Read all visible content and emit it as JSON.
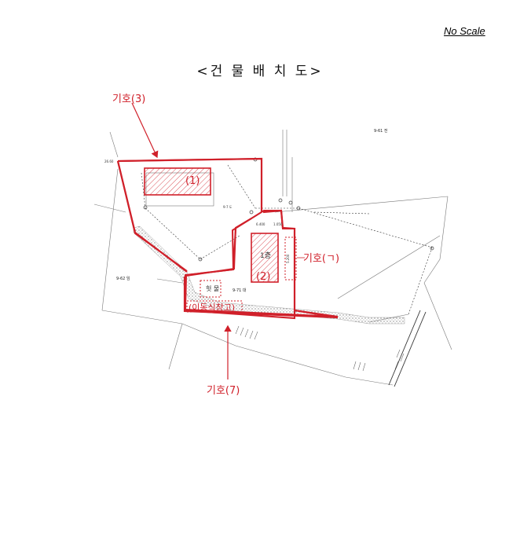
{
  "header": {
    "scale_note": "No Scale",
    "title": "<건 물 배 치 도>"
  },
  "labels": {
    "symbol_3": "기호(3)",
    "symbol_giyeok": "기호(ㄱ)",
    "symbol_7": "기호(7)",
    "building_1": "(1)",
    "building_2": "(2)",
    "building_1_floor": "1층",
    "cargo_building": "(이동식창고)",
    "outhouse": "헛 물"
  },
  "plan_text": {
    "t1": "9-61 전",
    "t2": "9-62 임",
    "t3": "9-71 대",
    "t4": "26.60",
    "t5": "6.400",
    "t6": "1.050",
    "t7": "5.200",
    "t8": "9-7 도"
  },
  "colors": {
    "boundary_red": "#d0202a",
    "line_dark": "#333333"
  }
}
